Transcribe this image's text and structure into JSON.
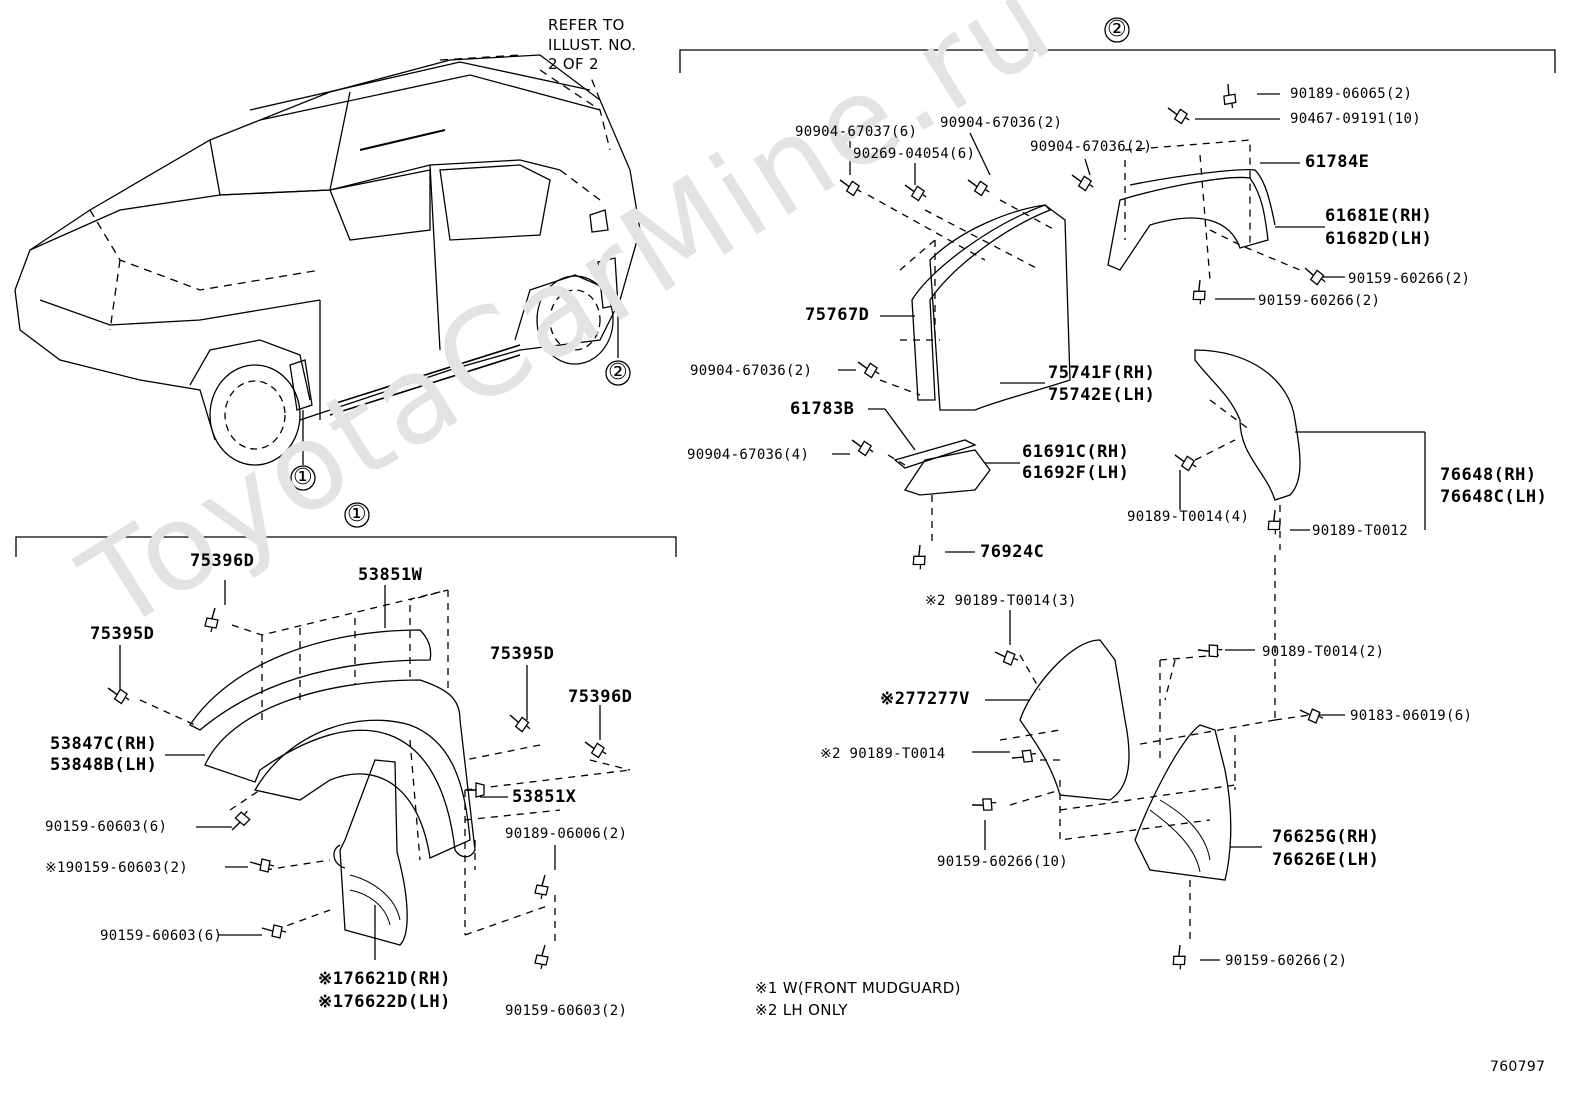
{
  "watermark": "ToyotaCarMine.ru",
  "drawing_number": "760797",
  "refer_note": {
    "line1": "REFER TO",
    "line2": "ILLUST. NO.",
    "line3": "2 OF 2"
  },
  "circle_markers": {
    "one": "①",
    "two": "②"
  },
  "notes": {
    "note1": "※1 W(FRONT MUDGUARD)",
    "note2": "※2 LH ONLY"
  },
  "section1": {
    "p75396D_a": "75396D",
    "p53851W": "53851W",
    "p75395D_a": "75395D",
    "p75395D_b": "75395D",
    "p75396D_b": "75396D",
    "p53847C": "53847C(RH)",
    "p53848B": "53848B(LH)",
    "p53851X": "53851X",
    "p90159_60603_6a": "90159-60603(6)",
    "p190159_60603_2": "※190159-60603(2)",
    "p90159_60603_6b": "90159-60603(6)",
    "p90189_06006_2": "90189-06006(2)",
    "p176621D": "※176621D(RH)",
    "p176622D": "※176622D(LH)",
    "p90159_60603_2": "90159-60603(2)"
  },
  "section2": {
    "p90189_06065": "90189-06065(2)",
    "p90467_09191": "90467-09191(10)",
    "p90904_67037": "90904-67037(6)",
    "p90904_67036_2a": "90904-67036(2)",
    "p90269_04054": "90269-04054(6)",
    "p90904_67036_2b": "90904-67036(2)",
    "p61784E": "61784E",
    "p61681E": "61681E(RH)",
    "p61682D": "61682D(LH)",
    "p90159_60266_2a": "90159-60266(2)",
    "p90159_60266_2b": "90159-60266(2)",
    "p75767D": "75767D",
    "p90904_67036_2c": "90904-67036(2)",
    "p75741F": "75741F(RH)",
    "p75742E": "75742E(LH)",
    "p61783B": "61783B",
    "p90904_67036_4": "90904-67036(4)",
    "p61691C": "61691C(RH)",
    "p61692F": "61692F(LH)",
    "p76648": "76648(RH)",
    "p76648C": "76648C(LH)",
    "p90189_T0014_4": "90189-T0014(4)",
    "p90189_T0012": "90189-T0012",
    "p76924C": "76924C",
    "p2_90189_T0014_3": "※2 90189-T0014(3)",
    "p90189_T0014_2": "90189-T0014(2)",
    "p2_77277V": "※277277V",
    "p90183_06019": "90183-06019(6)",
    "p2_90189_T0014": "※2 90189-T0014",
    "p90159_60266_10": "90159-60266(10)",
    "p76625G": "76625G(RH)",
    "p76626E": "76626E(LH)",
    "p90159_60266_2c": "90159-60266(2)"
  }
}
